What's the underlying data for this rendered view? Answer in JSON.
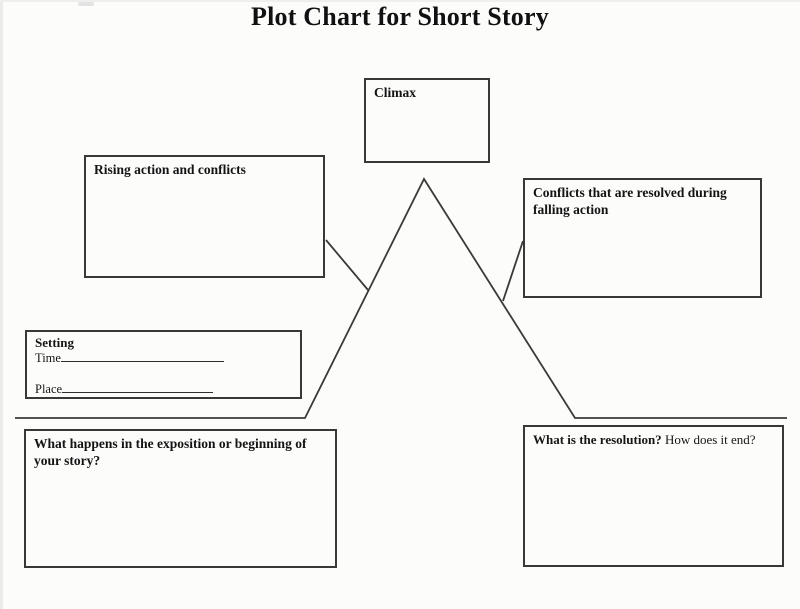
{
  "title": "Plot Chart for Short Story",
  "boxes": {
    "climax": {
      "label": "Climax"
    },
    "rising_action": {
      "label": "Rising action and conflicts"
    },
    "falling_action": {
      "label": "Conflicts that are resolved during falling action"
    },
    "setting": {
      "heading": "Setting",
      "time_label": "Time",
      "time_value": "",
      "place_label": "Place",
      "place_value": ""
    },
    "exposition": {
      "label": "What happens in the exposition or beginning of your story?"
    },
    "resolution": {
      "question_primary": "What is the resolution?",
      "question_secondary": "How does it end?"
    }
  },
  "diagram": {
    "shape": "plot-mountain",
    "line_color": "#3a3a3a",
    "background_color": "#fcfcfb"
  }
}
